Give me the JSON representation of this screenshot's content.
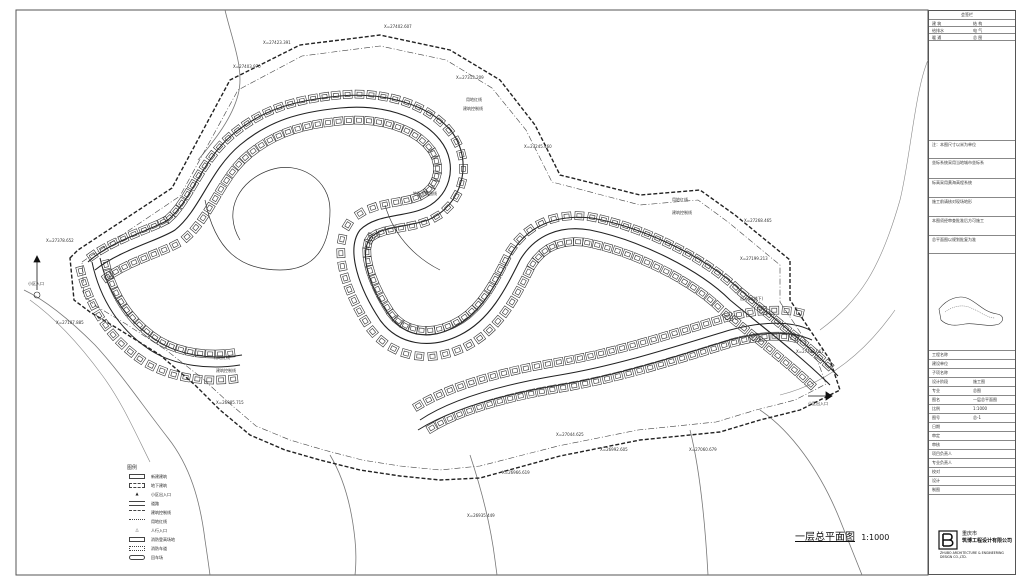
{
  "drawing": {
    "title": "一层总平面图",
    "scale": "1:1000"
  },
  "legend": {
    "heading": "图例",
    "items": [
      {
        "label": "新建建筑"
      },
      {
        "label": "地下建筑"
      },
      {
        "label": "小区出入口"
      },
      {
        "label": "道路"
      },
      {
        "label": "建筑控制线"
      },
      {
        "label": "用地红线"
      },
      {
        "label": "人行入口"
      },
      {
        "label": "消防登高场地"
      },
      {
        "label": "消防车道"
      },
      {
        "label": "回车场"
      }
    ]
  },
  "annotations": {
    "labels": [
      {
        "text": "用地红线"
      },
      {
        "text": "建筑控制线"
      },
      {
        "text": "地下室范围线"
      },
      {
        "text": "用地红线"
      },
      {
        "text": "建筑控制线"
      },
      {
        "text": "用地红线"
      },
      {
        "text": "建筑控制线"
      },
      {
        "text": "小区入口"
      },
      {
        "text": "小区出入口"
      },
      {
        "text": "出入口(地下)"
      }
    ],
    "coords": [
      {
        "text": "X=27402.607"
      },
      {
        "text": "X=27423.391"
      },
      {
        "text": "X=27403.970"
      },
      {
        "text": "X=27313.209"
      },
      {
        "text": "X=27245.460"
      },
      {
        "text": "X=27378.652"
      },
      {
        "text": "X=27268.465"
      },
      {
        "text": "X=27199.213"
      },
      {
        "text": "X=27107.885"
      },
      {
        "text": "X=26985.715"
      },
      {
        "text": "X=27044.625"
      },
      {
        "text": "X=26992.605"
      },
      {
        "text": "X=26966.619"
      },
      {
        "text": "X=26935.449"
      },
      {
        "text": "X=27060.679"
      },
      {
        "text": "X=27213.061"
      }
    ]
  },
  "title_block": {
    "header": "会签栏",
    "rows": [
      {
        "a": "建 筑",
        "b": "结 构"
      },
      {
        "a": "给排水",
        "b": "电 气"
      },
      {
        "a": "暖 通",
        "b": "总 图"
      }
    ],
    "notes": [
      {
        "text": "注：本图尺寸以米为单位"
      },
      {
        "text": "坐标系统采用当地城市坐标系"
      },
      {
        "text": "标高采用黄海高程系统"
      },
      {
        "text": "施工前请核对现场地形"
      },
      {
        "text": "本图须经审查批准后方可施工"
      },
      {
        "text": "总平面图以规划批复为准"
      }
    ],
    "project_rows": [
      {
        "a": "工程名称",
        "b": ""
      },
      {
        "a": "建设单位",
        "b": ""
      },
      {
        "a": "子项名称",
        "b": ""
      },
      {
        "a": "设计阶段",
        "b": "施工图"
      },
      {
        "a": "专业",
        "b": "总图"
      },
      {
        "a": "图名",
        "b": "一层总平面图"
      },
      {
        "a": "比例",
        "b": "1:1000"
      },
      {
        "a": "图号",
        "b": "总-1"
      },
      {
        "a": "日期",
        "b": ""
      },
      {
        "a": "审定",
        "b": ""
      },
      {
        "a": "审核",
        "b": ""
      },
      {
        "a": "项目负责人",
        "b": ""
      },
      {
        "a": "专业负责人",
        "b": ""
      },
      {
        "a": "校对",
        "b": ""
      },
      {
        "a": "设计",
        "b": ""
      },
      {
        "a": "制图",
        "b": ""
      }
    ],
    "company_cn": "筑博工程设计有限公司",
    "company_en": "ZHUBO ARCHITECTURE & ENGINEERING DESIGN CO.,LTD.",
    "company_prefix": "重庆市"
  }
}
